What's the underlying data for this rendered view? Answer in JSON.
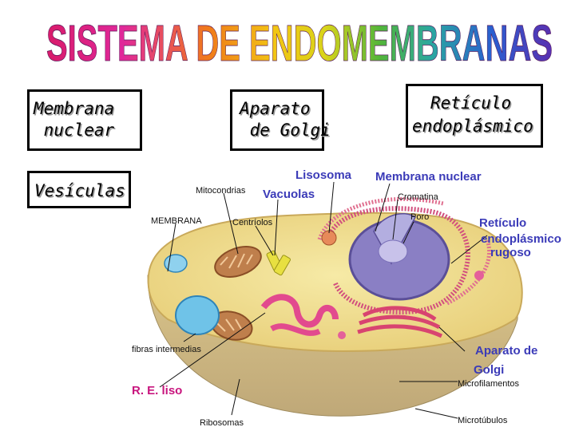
{
  "title": "SISTEMA DE ENDOMEMBRANAS",
  "boxes": {
    "membrana_nuclear": [
      "Membrana",
      " nuclear"
    ],
    "aparato_golgi": [
      "Aparato",
      " de Golgi"
    ],
    "reticulo": [
      "Retículo",
      "endoplásmico"
    ],
    "vesiculas": "Vesículas"
  },
  "labels": {
    "lisosoma": "Lisosoma",
    "membrana_nuclear": "Membrana nuclear",
    "mitocondrias": "Mitocondrias",
    "vacuolas": "Vacuolas",
    "cromatina": "Cromatina",
    "membrana": "MEMBRANA",
    "centriolos": "Centríolos",
    "poro": "Poro",
    "reticulo_rugoso": [
      "Retículo",
      "endoplásmico",
      "rugoso"
    ],
    "fibras": "fibras intermedias",
    "aparato_golgi": [
      "Aparato de",
      "Golgi"
    ],
    "re_liso": "R. E. liso",
    "microfilamentos": "Microfilamentos",
    "ribosomas": "Ribosomas",
    "microtubulos": "Microtúbulos"
  },
  "colors": {
    "title_gradient": [
      "#d81b6a",
      "#e0289a",
      "#f07a1a",
      "#f2c514",
      "#d9d41a",
      "#52b53a",
      "#2aa7a0",
      "#2a5fd0",
      "#5a2fb0"
    ],
    "label_blue": "#3b3bb8",
    "label_red": "#c8157e"
  }
}
